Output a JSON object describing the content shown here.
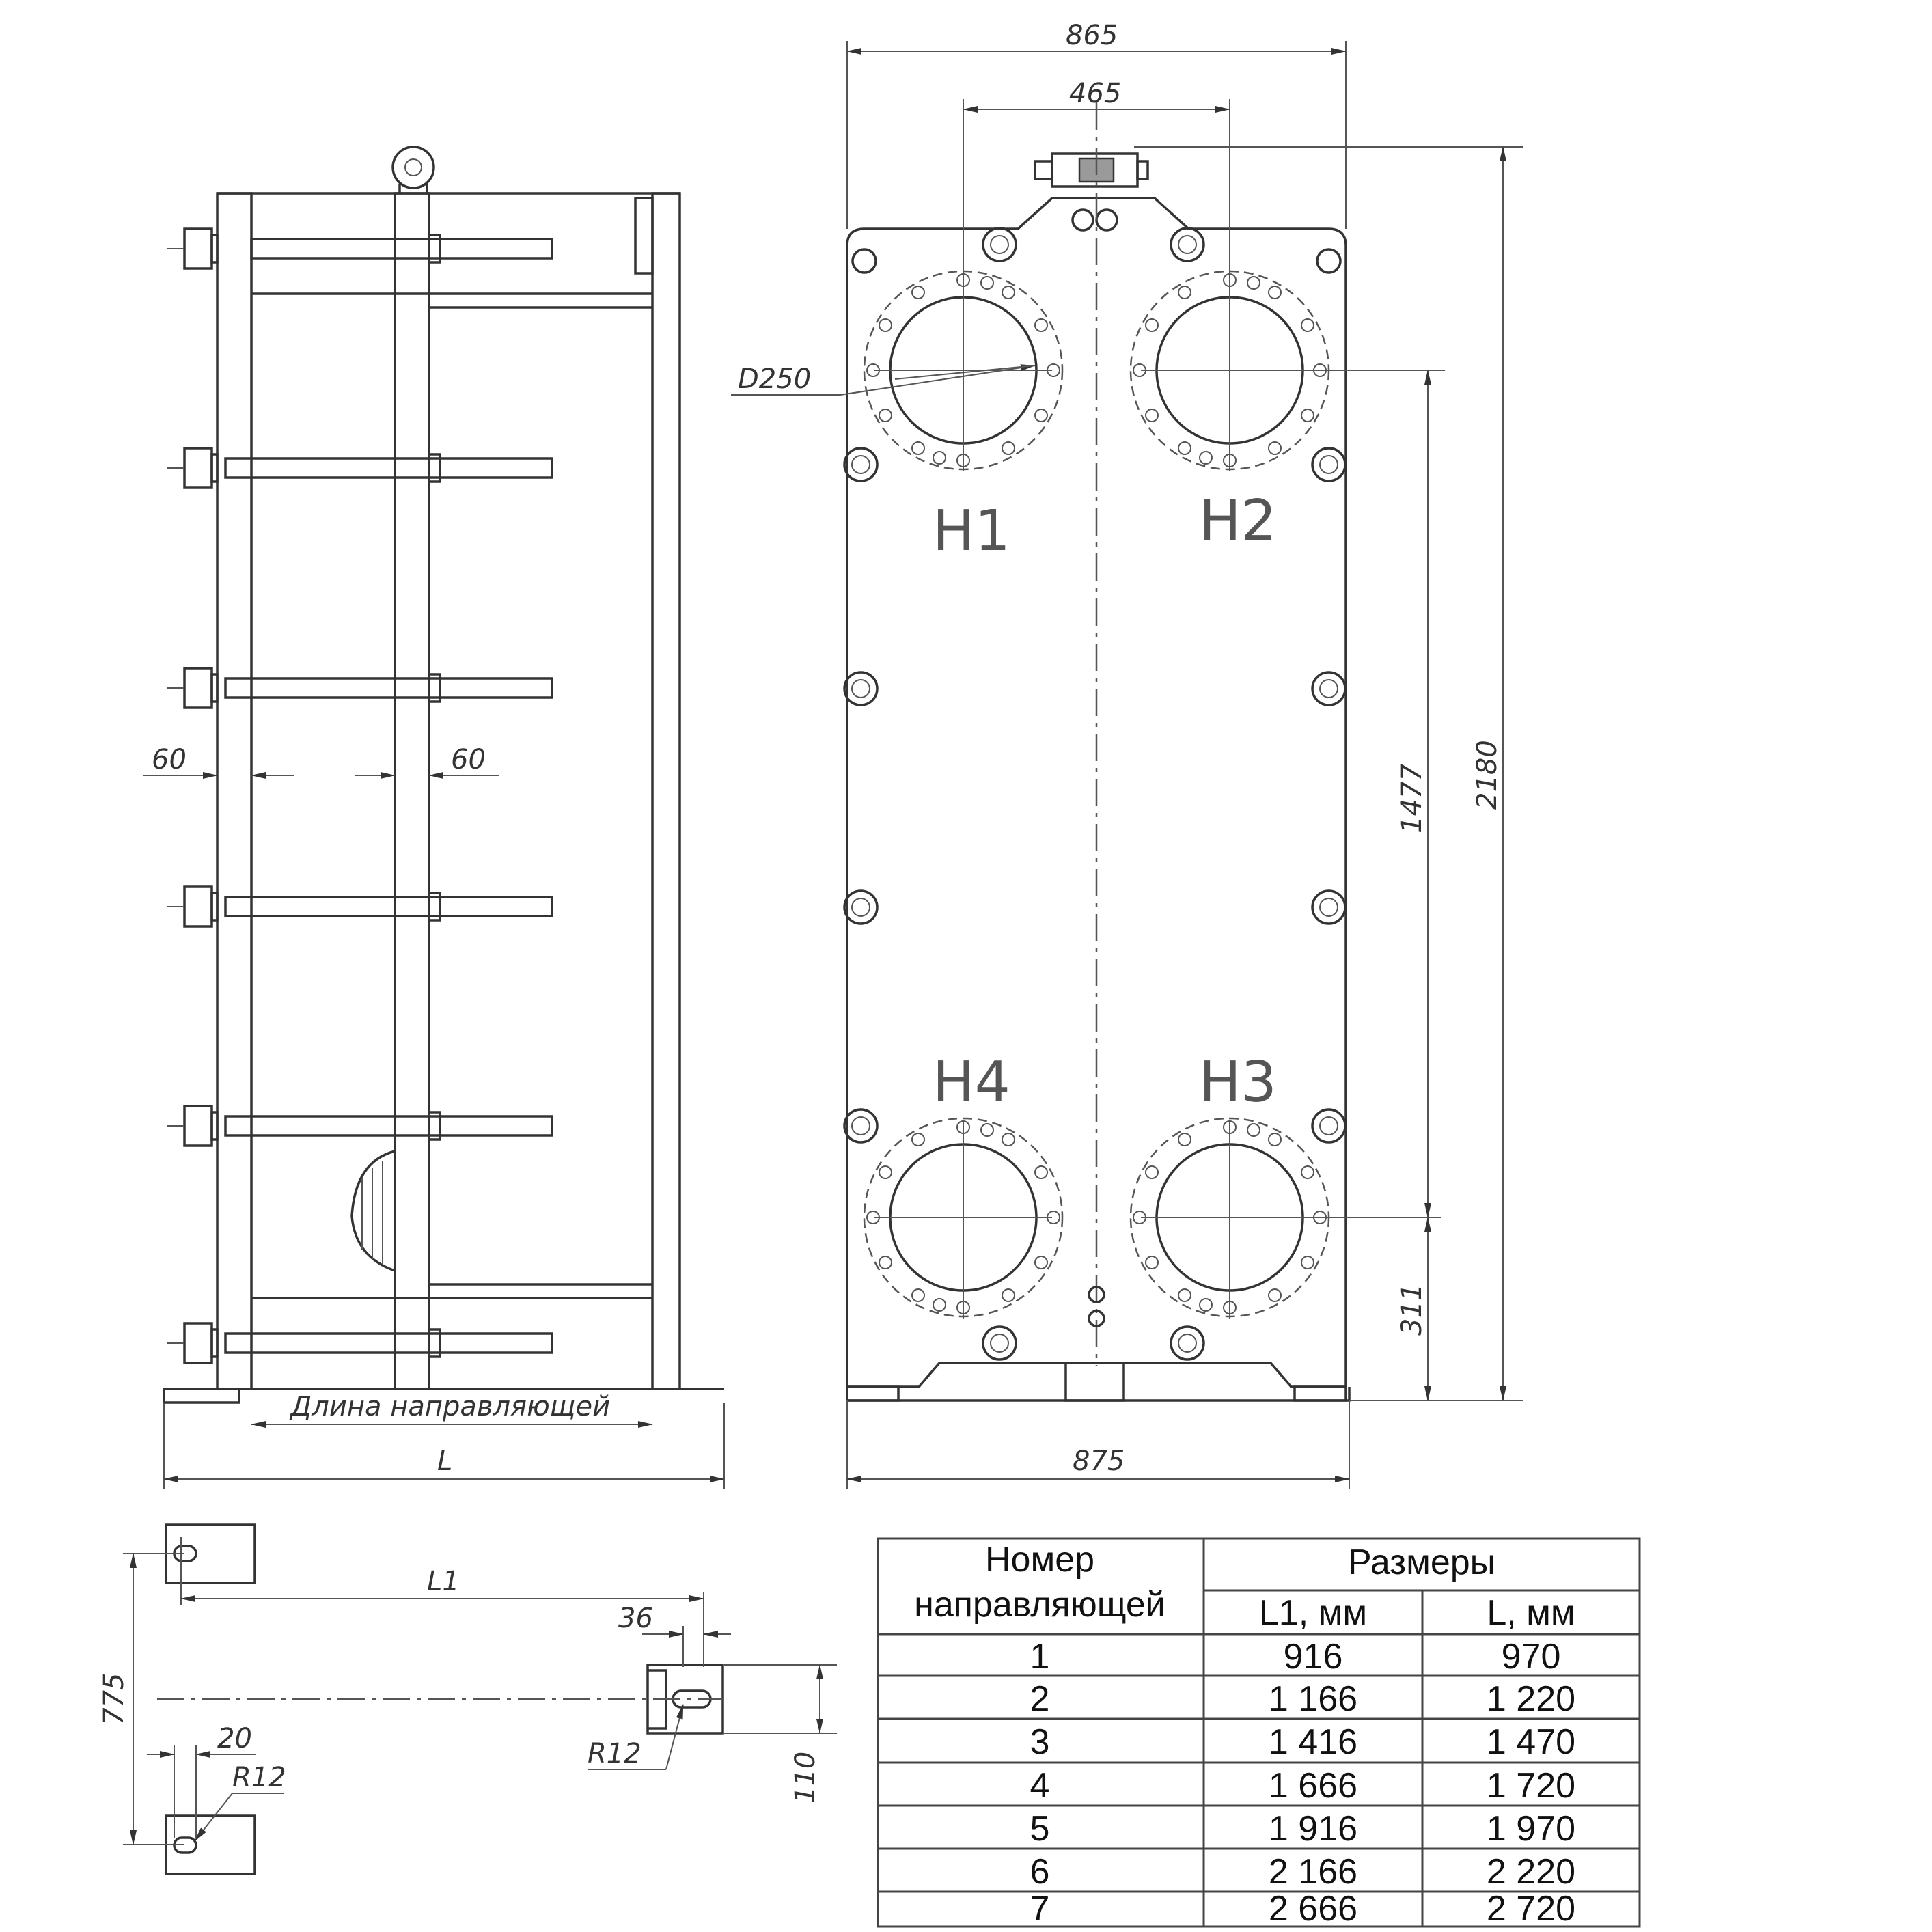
{
  "dimensions": {
    "plate_width": "865",
    "port_spacing": "465",
    "port_diameter": "D250",
    "height_total": "2180",
    "port_vertical": "1477",
    "port_bottom": "311",
    "base_width": "875",
    "guide_offset_left": "60",
    "guide_offset_right": "60",
    "guide_length": "Длина направляющей",
    "frame_length": "L",
    "bracket_length": "L1",
    "bracket_slot_width": "36",
    "bracket_spacing": "775",
    "bracket_height": "110",
    "slot_radius_right": "R12",
    "slot_width_left": "20",
    "slot_radius_left": "R12"
  },
  "ports": [
    "H1",
    "H2",
    "H4",
    "H3"
  ],
  "table": {
    "col1_header_line1": "Номер",
    "col1_header_line2": "направляющей",
    "group_header": "Размеры",
    "col2_header": "L1, мм",
    "col3_header": "L, мм",
    "rows": [
      [
        "1",
        "916",
        "970"
      ],
      [
        "2",
        "1 166",
        "1 220"
      ],
      [
        "3",
        "1 416",
        "1 470"
      ],
      [
        "4",
        "1 666",
        "1 720"
      ],
      [
        "5",
        "1 916",
        "1 970"
      ],
      [
        "6",
        "2 166",
        "2 220"
      ],
      [
        "7",
        "2 666",
        "2 720"
      ]
    ]
  }
}
